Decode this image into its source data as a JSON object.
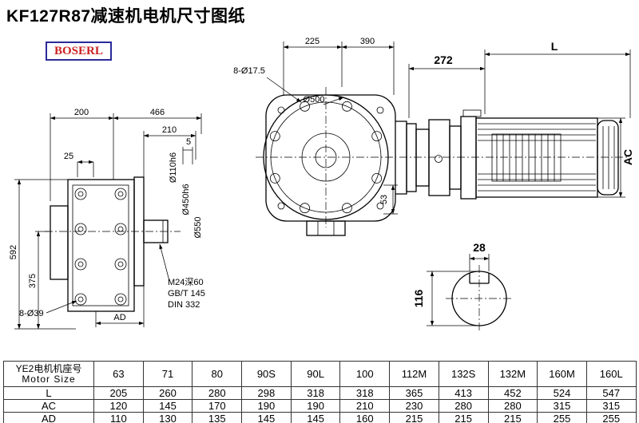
{
  "page": {
    "title": "KF127R87减速机电机尺寸图纸",
    "brand": "BOSERL"
  },
  "front_view": {
    "dim_200": "200",
    "dim_466": "466",
    "dim_210": "210",
    "dim_5": "5",
    "dim_25": "25",
    "dim_592": "592",
    "dim_375": "375",
    "holes_label": "8-Ø39",
    "dim_ad": "AD",
    "shaft_dia": "Ø110h6",
    "spigot_dia": "Ø450h6",
    "flange_dia": "Ø550",
    "tap_label": "M24深60",
    "std_gb": "GB/T 145",
    "std_din": "DIN 332"
  },
  "flange_view": {
    "dim_225": "225",
    "dim_390": "390",
    "holes_label": "8-Ø17.5",
    "dia_label": "Ø500",
    "dim_53": "53"
  },
  "motor_view": {
    "dim_272": "272",
    "dim_L": "L",
    "dim_AC": "AC"
  },
  "shaft_view": {
    "dim_28": "28",
    "dim_116": "116"
  },
  "table": {
    "header_cn": "YE2电机机座号",
    "header_en": "Motor Size",
    "sizes": [
      "63",
      "71",
      "80",
      "90S",
      "90L",
      "100",
      "112M",
      "132S",
      "132M",
      "160M",
      "160L"
    ],
    "rows": [
      {
        "label": "L",
        "values": [
          "205",
          "260",
          "280",
          "298",
          "318",
          "318",
          "365",
          "413",
          "452",
          "524",
          "547"
        ]
      },
      {
        "label": "AC",
        "values": [
          "120",
          "145",
          "170",
          "190",
          "190",
          "210",
          "230",
          "280",
          "280",
          "315",
          "315"
        ]
      },
      {
        "label": "AD",
        "values": [
          "110",
          "130",
          "135",
          "145",
          "145",
          "160",
          "215",
          "215",
          "215",
          "255",
          "255"
        ]
      }
    ]
  }
}
